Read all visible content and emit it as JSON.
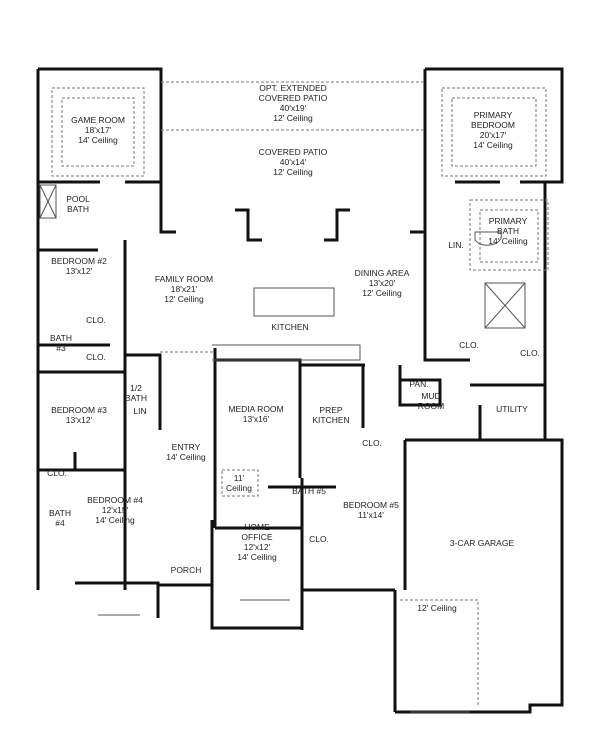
{
  "rooms": {
    "opt_patio": {
      "name": "OPT. EXTENDED",
      "name2": "COVERED PATIO",
      "size": "40'x19'",
      "ceiling": "12' Ceiling"
    },
    "game_room": {
      "name": "GAME ROOM",
      "size": "18'x17'",
      "ceiling": "14' Ceiling"
    },
    "primary_bedroom": {
      "name": "PRIMARY",
      "name2": "BEDROOM",
      "size": "20'x17'",
      "ceiling": "14' Ceiling"
    },
    "covered_patio": {
      "name": "COVERED PATIO",
      "size": "40'x14'",
      "ceiling": "12' Ceiling"
    },
    "pool_bath": {
      "name": "POOL",
      "name2": "BATH"
    },
    "bedroom2": {
      "name": "BEDROOM #2",
      "size": "13'x12'"
    },
    "family_room": {
      "name": "FAMILY ROOM",
      "size": "18'x21'",
      "ceiling": "12' Ceiling"
    },
    "kitchen": {
      "name": "KITCHEN"
    },
    "dining_area": {
      "name": "DINING AREA",
      "size": "13'x20'",
      "ceiling": "12' Ceiling"
    },
    "primary_bath": {
      "name": "PRIMARY",
      "name2": "BATH",
      "ceiling": "14' Ceiling"
    },
    "lin_primary": {
      "name": "LIN."
    },
    "clo_bed2": {
      "name": "CLO."
    },
    "bath3": {
      "name": "BATH",
      "name2": "#3"
    },
    "clo_bed3": {
      "name": "CLO."
    },
    "clo_primary1": {
      "name": "CLO."
    },
    "clo_primary2": {
      "name": "CLO."
    },
    "bedroom3": {
      "name": "BEDROOM #3",
      "size": "13'x12'"
    },
    "half_bath": {
      "name": "1/2",
      "name2": "BATH"
    },
    "lin_hall": {
      "name": "LIN"
    },
    "media_room": {
      "name": "MEDIA ROOM",
      "size": "13'x16'"
    },
    "prep_kitchen": {
      "name": "PREP",
      "name2": "KITCHEN"
    },
    "pantry": {
      "name": "PAN."
    },
    "mud_room": {
      "name": "MUD",
      "name2": "ROOM"
    },
    "utility": {
      "name": "UTILITY"
    },
    "entry": {
      "name": "ENTRY",
      "ceiling": "14' Ceiling"
    },
    "clo_bed5_hall": {
      "name": "CLO."
    },
    "media_alcove": {
      "name": "11'",
      "name2": "Ceiling"
    },
    "bath5": {
      "name": "BATH #5"
    },
    "bedroom5": {
      "name": "BEDROOM #5",
      "size": "11'x14'"
    },
    "clo_bed4": {
      "name": "CLO."
    },
    "bedroom4": {
      "name": "BEDROOM #4",
      "size": "12'x15'",
      "ceiling": "14' Ceiling"
    },
    "bath4": {
      "name": "BATH",
      "name2": "#4"
    },
    "home_office": {
      "name": "HOME",
      "name2": "OFFICE",
      "size": "12'x12'",
      "ceiling": "14' Ceiling"
    },
    "clo_bed5": {
      "name": "CLO."
    },
    "garage": {
      "name": "3-CAR GARAGE"
    },
    "porch": {
      "name": "PORCH"
    },
    "garage_bay": {
      "ceiling": "12' Ceiling"
    }
  },
  "colors": {
    "wall": "#111111",
    "line": "#666666",
    "background": "#ffffff"
  }
}
